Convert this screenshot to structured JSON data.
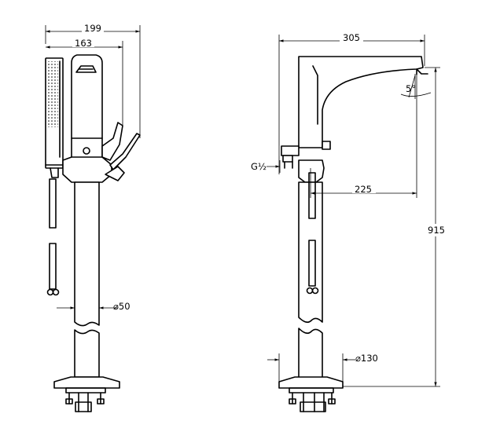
{
  "front_view": {
    "dim_overall_width": "199",
    "dim_lever_width": "163",
    "dim_pipe_diameter": "⌀50"
  },
  "side_view": {
    "dim_overall_width": "305",
    "dim_spout_angle": "5°",
    "dim_connection": "G½",
    "dim_spout_reach": "225",
    "dim_height": "915",
    "dim_base_diameter": "⌀130"
  }
}
